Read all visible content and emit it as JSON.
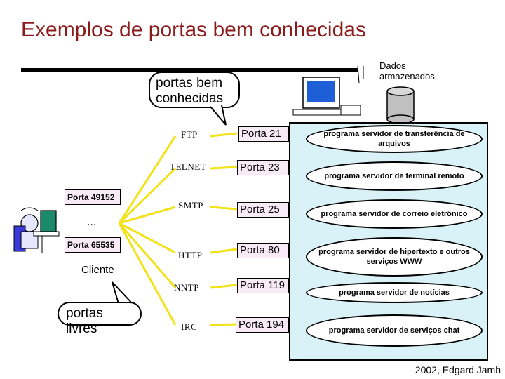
{
  "title": "Exemplos de portas bem conhecidas",
  "callouts": {
    "well_known": "portas bem conhecidas",
    "free": "portas livres"
  },
  "storage_label": "Dados armazenados",
  "client": {
    "label": "Cliente",
    "ports": [
      "Porta 49152",
      "Porta 65535"
    ],
    "ellipsis": "..."
  },
  "protocols": [
    "FTP",
    "TELNET",
    "SMTP",
    "HTTP",
    "NNTP",
    "IRC"
  ],
  "server_ports": [
    "Porta 21",
    "Porta 23",
    "Porta 25",
    "Porta 80",
    "Porta 119",
    "Porta 194"
  ],
  "programs": [
    "programa servidor de transferência de arquivos",
    "programa servidor de terminal remoto",
    "programa servidor de correio eletrônico",
    "programa servidor de hipertexto e outros serviços WWW",
    "programa servidor de notícias",
    "programa servidor de serviços chat"
  ],
  "footer": "2002, Edgard Jamh",
  "colors": {
    "title": "#8b1a1a",
    "connector": "#f2e21a",
    "port_box": "#f8eaf6",
    "panel": "#d9f2f8",
    "screen": "#1e5fd8"
  },
  "icons": [
    "server-computer-icon",
    "database-icon",
    "client-user-icon"
  ]
}
